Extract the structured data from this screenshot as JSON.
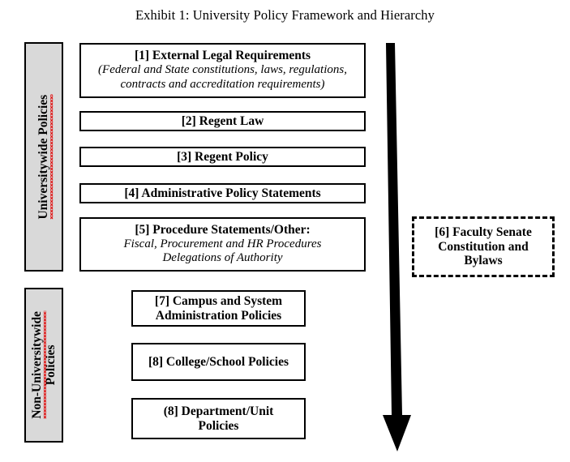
{
  "title": "Exhibit 1: University Policy Framework and Hierarchy",
  "colors": {
    "sidebar_fill": "#d9d9d9",
    "border": "#000000",
    "arrow": "#000000",
    "spellcheck_underline": "#e00000",
    "background": "#ffffff"
  },
  "sidebar": {
    "universitywide": {
      "label": "Universitywide Policies",
      "misspelled_word": "Universitywide"
    },
    "non_universitywide": {
      "line1": "Non-Universitywide",
      "line2": "Policies",
      "misspelled_word": "Universitywide"
    }
  },
  "boxes": {
    "external_legal": {
      "title": "[1] External Legal Requirements",
      "sub_line1": "(Federal and State constitutions, laws, regulations,",
      "sub_line2": "contracts and accreditation requirements)"
    },
    "regent_law": {
      "title": "[2] Regent Law"
    },
    "regent_policy": {
      "title": "[3] Regent Policy"
    },
    "admin_policy": {
      "title": "[4] Administrative Policy Statements"
    },
    "procedure": {
      "title": "[5] Procedure Statements/Other:",
      "sub_line1": "Fiscal, Procurement and HR Procedures",
      "sub_line2": "Delegations of Authority"
    },
    "faculty_senate": {
      "line1": "[6] Faculty Senate",
      "line2": "Constitution and",
      "line3": "Bylaws",
      "style": "dashed"
    },
    "campus_system": {
      "line1": "[7] Campus and System",
      "line2": "Administration Policies"
    },
    "college_school": {
      "line1": "[8] College/School Policies"
    },
    "department_unit": {
      "line1": "(8] Department/Unit",
      "line2": "Policies"
    }
  },
  "arrow": {
    "name": "hierarchy-direction-arrow",
    "direction": "down"
  }
}
